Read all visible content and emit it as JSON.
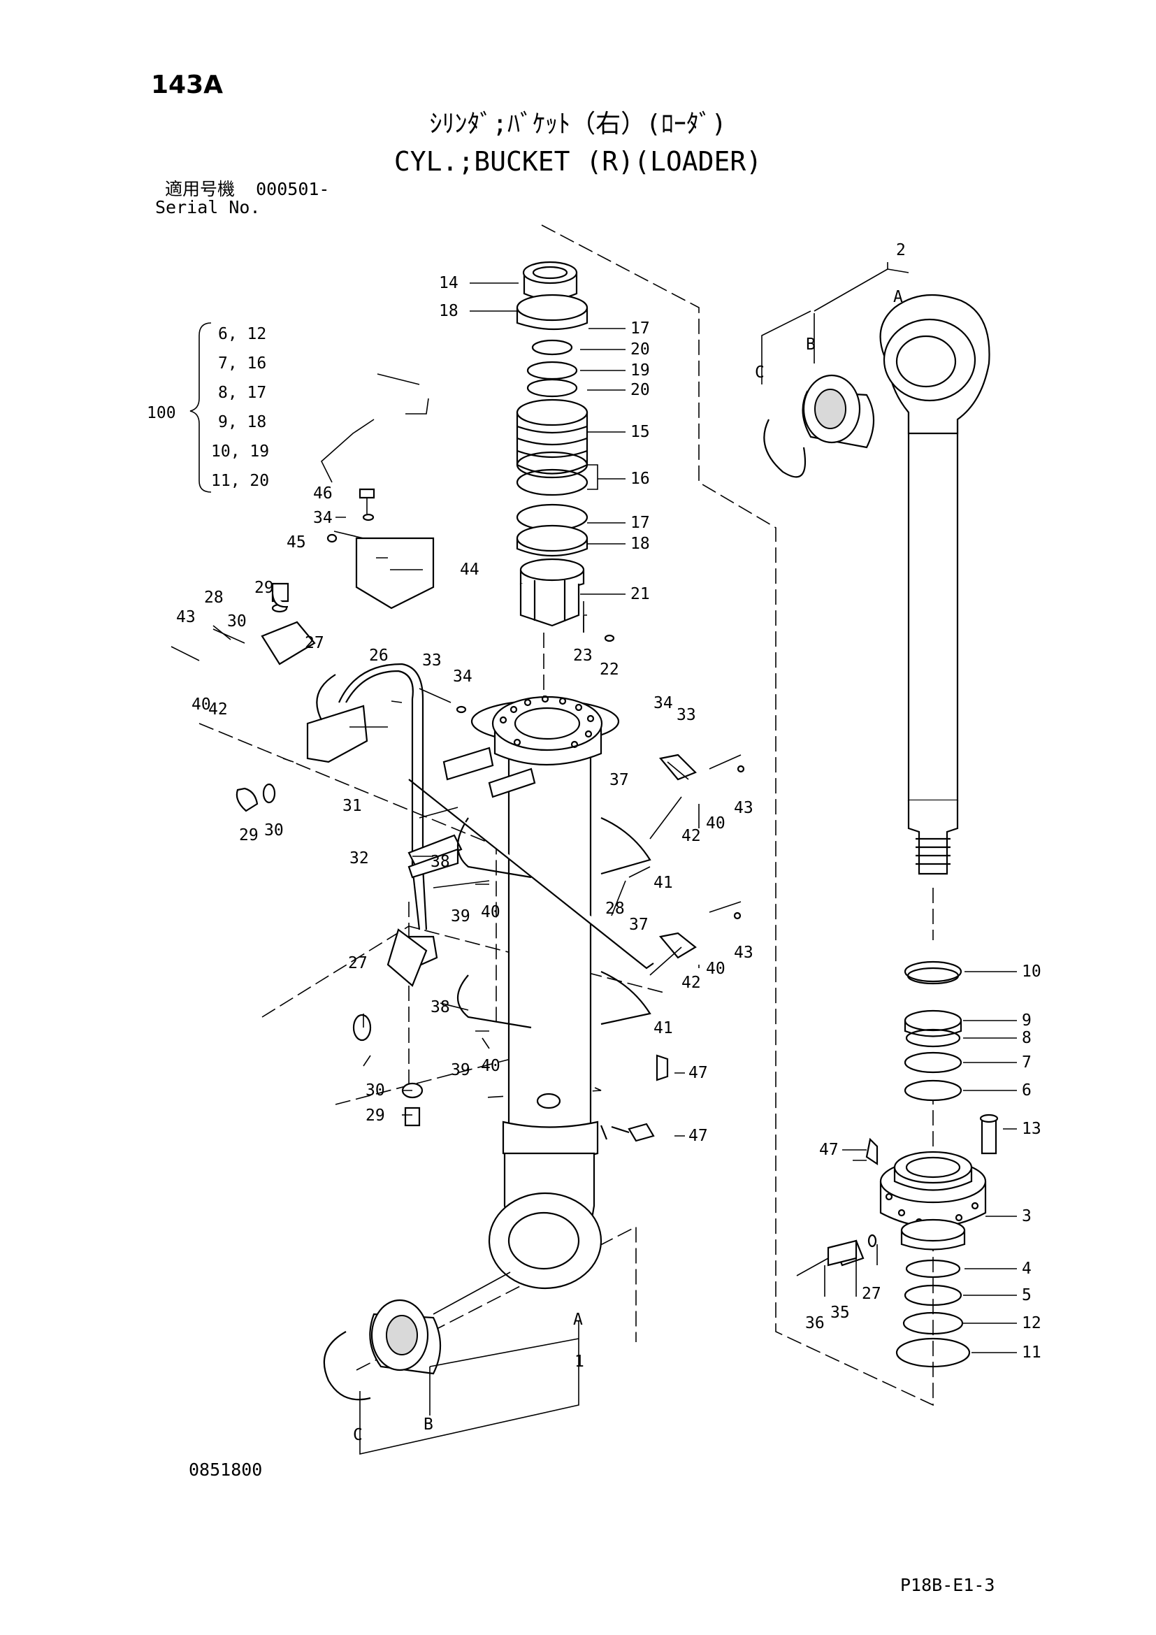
{
  "header": {
    "page_no": "143A",
    "title_jp": "ｼﾘﾝﾀﾞ;ﾊﾞｹｯﾄ（右）(ﾛｰﾀﾞ)",
    "title_en": "CYL.;BUCKET (R)(LOADER)",
    "serial_label_jp": "適用号機",
    "serial_value": "000501-",
    "serial_label_en": "Serial No."
  },
  "footer": {
    "drawing_no": "0851800",
    "ref_code": "P18B-E1-3"
  },
  "kit": {
    "number": "100",
    "items": [
      "6, 12",
      "7, 16",
      "8, 17",
      "9, 18",
      "10, 19",
      "11, 20"
    ]
  },
  "callouts": {
    "c1": "1",
    "c2": "2",
    "c3": "3",
    "c4": "4",
    "c5": "5",
    "c6": "6",
    "c7": "7",
    "c8": "8",
    "c9": "9",
    "c10": "10",
    "c11": "11",
    "c12": "12",
    "c13": "13",
    "c14": "14",
    "c15": "15",
    "c16": "16",
    "c17": "17",
    "c18": "18",
    "c19": "19",
    "c20": "20",
    "c21": "21",
    "c22": "22",
    "c23": "23",
    "c26": "26",
    "c27": "27",
    "c28": "28",
    "c29": "29",
    "c30": "30",
    "c31": "31",
    "c32": "32",
    "c33": "33",
    "c34": "34",
    "c35": "35",
    "c36": "36",
    "c37": "37",
    "c38": "38",
    "c39": "39",
    "c40": "40",
    "c41": "41",
    "c42": "42",
    "c43": "43",
    "c44": "44",
    "c45": "45",
    "c46": "46",
    "c47": "47",
    "A": "A",
    "B": "B",
    "C": "C"
  }
}
